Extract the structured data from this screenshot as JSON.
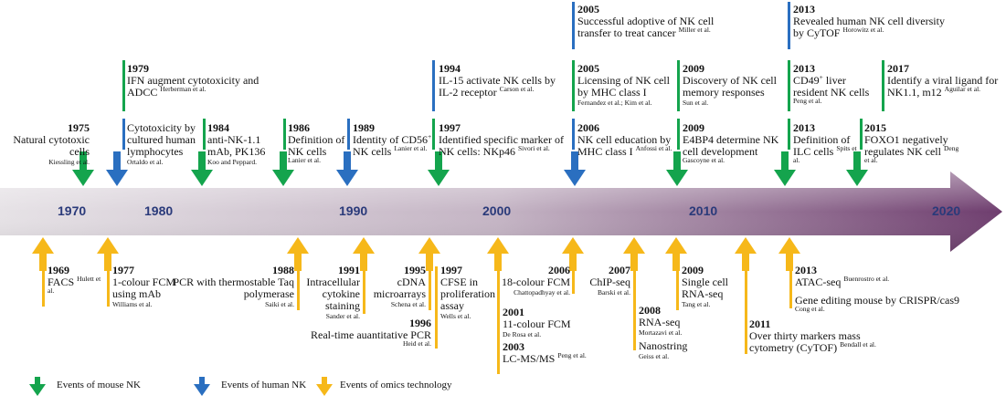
{
  "decades": [
    "1970",
    "1980",
    "1990",
    "2000",
    "2010",
    "2020"
  ],
  "colors": {
    "mouse": "#14a44d",
    "human": "#2a6fc0",
    "omics": "#f6b81a",
    "timeline_start": "#e6e2e6",
    "timeline_end": "#6e3d6e"
  },
  "top_events": [
    {
      "year": "1975",
      "text": "Natural cytotoxic cells",
      "cite": "Kiessling et al."
    },
    {
      "year": "1979",
      "text": "IFN augment cytotoxicity and ADCC",
      "cite": "Herberman et al."
    },
    {
      "year": "",
      "text": "Cytotoxicity by cultured human lymphocytes",
      "cite": "Ortaldo et al."
    },
    {
      "year": "1984",
      "text": "anti-NK-1.1 mAb, PK136",
      "cite": "Koo and Peppard."
    },
    {
      "year": "1986",
      "text": "Definition of NK cells",
      "cite": "Lanier et al."
    },
    {
      "year": "1989",
      "text": "Identity of CD56",
      "sup": "+",
      "text2": " NK cells",
      "cite": "Lanier et al."
    },
    {
      "year": "1994",
      "text": "IL-15 activate NK cells by IL-2 receptor",
      "cite": "Carson et al."
    },
    {
      "year": "1997",
      "text": "Identified specific marker of NK cells: NKp46",
      "cite": "Sivori et al."
    },
    {
      "year": "2005",
      "text": "Successful adoptive of NK cell transfer to treat cancer",
      "cite": "Miller et al."
    },
    {
      "year": "2005",
      "text": "Licensing of NK cell by MHC class I",
      "cite": "Fernandez et al.; Kim et al."
    },
    {
      "year": "2006",
      "text": "NK cell education by MHC class I",
      "cite": "Anfossi et al."
    },
    {
      "year": "2009",
      "text": "Discovery of NK cell memory responses",
      "cite": "Sun et al."
    },
    {
      "year": "2009",
      "text": "E4BP4 determine NK cell development",
      "cite": "Gascoyne et al."
    },
    {
      "year": "2013",
      "text": "Revealed human NK cell diversity by CyTOF",
      "cite": "Horowitz et al."
    },
    {
      "year": "2013",
      "text": "CD49",
      "sup": "+",
      "text2": " liver resident NK cells",
      "cite": "Peng et al."
    },
    {
      "year": "2013",
      "text": "Definition of ILC cells",
      "cite": "Spits et al."
    },
    {
      "year": "2015",
      "text": "FOXO1 negatively regulates NK cell",
      "cite": "Deng et al."
    },
    {
      "year": "2017",
      "text": "Identify a viral ligand for NK1.1, m12",
      "cite": "Aguilar et al."
    }
  ],
  "bottom_events": [
    {
      "year": "1969",
      "text": "FACS",
      "cite": "Hulett et al."
    },
    {
      "year": "1977",
      "text": "1-colour FCM using mAb",
      "cite": "Williams et al."
    },
    {
      "year": "1988",
      "text": "PCR with thermostable Taq polymerase",
      "cite": "Saiki et al."
    },
    {
      "year": "1991",
      "text": "Intracellular cytokine staining",
      "cite": "Sander et al."
    },
    {
      "year": "1995",
      "text": "cDNA microarrays",
      "cite": "Schena et al."
    },
    {
      "year": "1996",
      "text": "Real-time auantitative PCR",
      "cite": "Heid et al."
    },
    {
      "year": "1997",
      "text": "CFSE in proliferation assay",
      "cite": "Wells et al."
    },
    {
      "year": "2001",
      "text": "11-colour FCM",
      "cite": "De Rosa et al."
    },
    {
      "year": "2003",
      "text": "LC-MS/MS",
      "cite": "Peng et al."
    },
    {
      "year": "2006",
      "text": "18-colour FCM",
      "cite": "Chattopadhyay et al."
    },
    {
      "year": "2007",
      "text": "ChIP-seq",
      "cite": "Barski et al."
    },
    {
      "year": "2008",
      "text": "RNA-seq",
      "cite": "Mortazavi et al."
    },
    {
      "year": "",
      "text": "Nanostring",
      "cite": "Geiss et al."
    },
    {
      "year": "2009",
      "text": "Single cell RNA-seq",
      "cite": "Tang et al."
    },
    {
      "year": "2011",
      "text": "Over thirty markers mass cytometry (CyTOF)",
      "cite": "Bendall et al."
    },
    {
      "year": "2013",
      "text": "ATAC-seq",
      "cite": "Buenrostro et al."
    },
    {
      "year": "",
      "text": "Gene editing mouse by CRISPR/cas9",
      "cite": "Cong et al."
    }
  ],
  "legend": [
    {
      "label": "Events of mouse NK",
      "color": "#14a44d"
    },
    {
      "label": "Events of human NK",
      "color": "#2a6fc0"
    },
    {
      "label": "Events of omics technology",
      "color": "#f6b81a"
    }
  ]
}
